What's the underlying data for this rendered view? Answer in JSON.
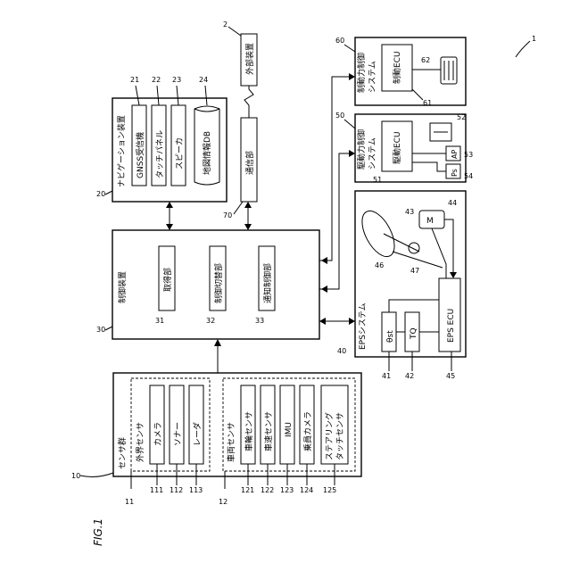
{
  "figure": {
    "label": "FIG.1",
    "system_ref": "1"
  },
  "sensor_group": {
    "title": "センサ群",
    "ref": "10",
    "external": {
      "title": "外界センサ",
      "ref": "11",
      "items": [
        {
          "label": "カメラ",
          "ref": "111"
        },
        {
          "label": "ソナー",
          "ref": "112"
        },
        {
          "label": "レーダ",
          "ref": "113"
        }
      ]
    },
    "vehicle": {
      "title": "車両センサ",
      "ref": "12",
      "items": [
        {
          "label": "車輪センサ",
          "ref": "121"
        },
        {
          "label": "車速センサ",
          "ref": "122"
        },
        {
          "label": "IMU",
          "ref": "123"
        },
        {
          "label": "乗員カメラ",
          "ref": "124"
        },
        {
          "label": "ステアリング タッチセンサ",
          "ref": "125"
        }
      ]
    }
  },
  "control": {
    "title": "制御装置",
    "ref": "30",
    "units": [
      {
        "label": "取得部",
        "ref": "31"
      },
      {
        "label": "制御切替部",
        "ref": "32"
      },
      {
        "label": "通知制御部",
        "ref": "33"
      }
    ]
  },
  "navigation": {
    "title": "ナビゲーション装置",
    "ref": "20",
    "items": [
      {
        "label": "GNSS受信機",
        "ref": "21"
      },
      {
        "label": "タッチパネル",
        "ref": "22"
      },
      {
        "label": "スピーカ",
        "ref": "23"
      },
      {
        "label": "地図情報DB",
        "ref": "24"
      }
    ]
  },
  "comm": {
    "label": "通信部",
    "ref": "70"
  },
  "external_device": {
    "label": "外部装置",
    "ref": "2"
  },
  "eps": {
    "title": "EPSシステム",
    "ref": "40",
    "theta": {
      "label": "θst",
      "ref": "41"
    },
    "tq": {
      "label": "TQ",
      "ref": "42"
    },
    "ecu": {
      "label": "EPS ECU",
      "ref": "45"
    },
    "motor": {
      "label": "M",
      "ref": "44"
    },
    "mech_ref": "43",
    "wheel_ref": "46",
    "shaft_ref": "47"
  },
  "drive": {
    "title": "駆動力制御 システム",
    "ref": "50",
    "ecu": {
      "label": "駆動ECU",
      "ref": "51"
    },
    "ap": {
      "label": "AP",
      "ref": "53"
    },
    "ps": {
      "label": "Ps",
      "ref": "54"
    },
    "pedal_ref": "52"
  },
  "brake": {
    "title": "制動力制御 システム",
    "ref": "60",
    "ecu": {
      "label": "制動ECU",
      "ref": "61"
    },
    "pedal_ref": "62"
  }
}
